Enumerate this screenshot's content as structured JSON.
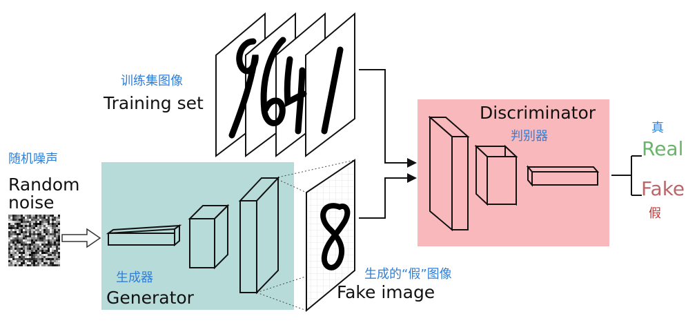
{
  "noise": {
    "label_cn": "随机噪声",
    "label_en_line1": "Random",
    "label_en_line2": "noise"
  },
  "training": {
    "label_cn": "训练集图像",
    "label_en": "Training set"
  },
  "generator": {
    "label_cn": "生成器",
    "label_en": "Generator"
  },
  "fake_image": {
    "label_cn": "生成的“假”图像",
    "label_en": "Fake image"
  },
  "discriminator": {
    "label_en": "Discriminator",
    "label_cn": "判别器"
  },
  "outputs": {
    "real_cn": "真",
    "real_en": "Real",
    "fake_en": "Fake",
    "fake_cn": "假"
  },
  "colors": {
    "generator_bg": "#b6dbd9",
    "discriminator_bg": "#f9b8bb",
    "cn_label": "#2f7fd7",
    "real": "#6ab36a",
    "fake": "#b8676a"
  }
}
